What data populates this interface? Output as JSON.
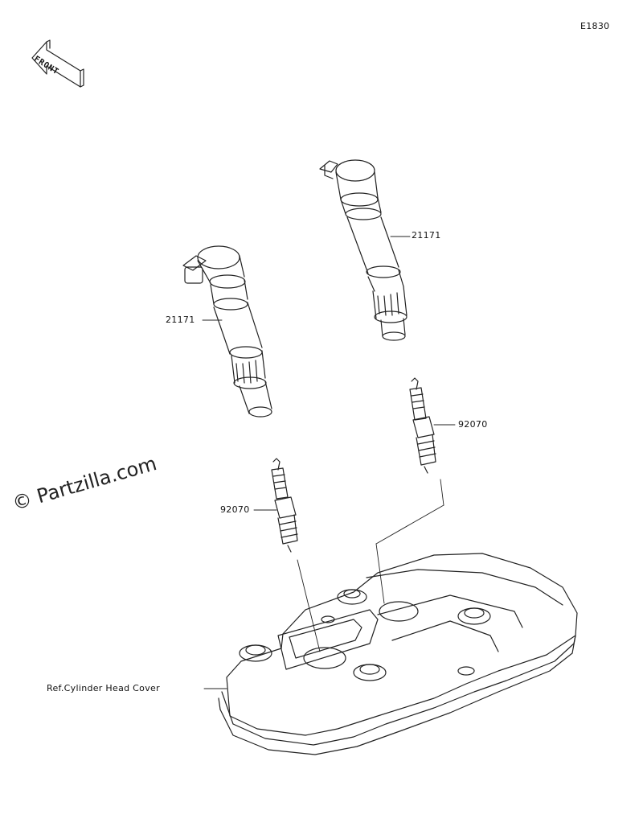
{
  "diagram_id": "E1830",
  "front_marker": "FRONT",
  "watermark": "© Partzilla.com",
  "parts": [
    {
      "part_number": "21171",
      "name": "ignition-coil-right"
    },
    {
      "part_number": "21171",
      "name": "ignition-coil-left"
    },
    {
      "part_number": "92070",
      "name": "spark-plug-right"
    },
    {
      "part_number": "92070",
      "name": "spark-plug-left"
    }
  ],
  "reference_label": "Ref.Cylinder Head Cover"
}
